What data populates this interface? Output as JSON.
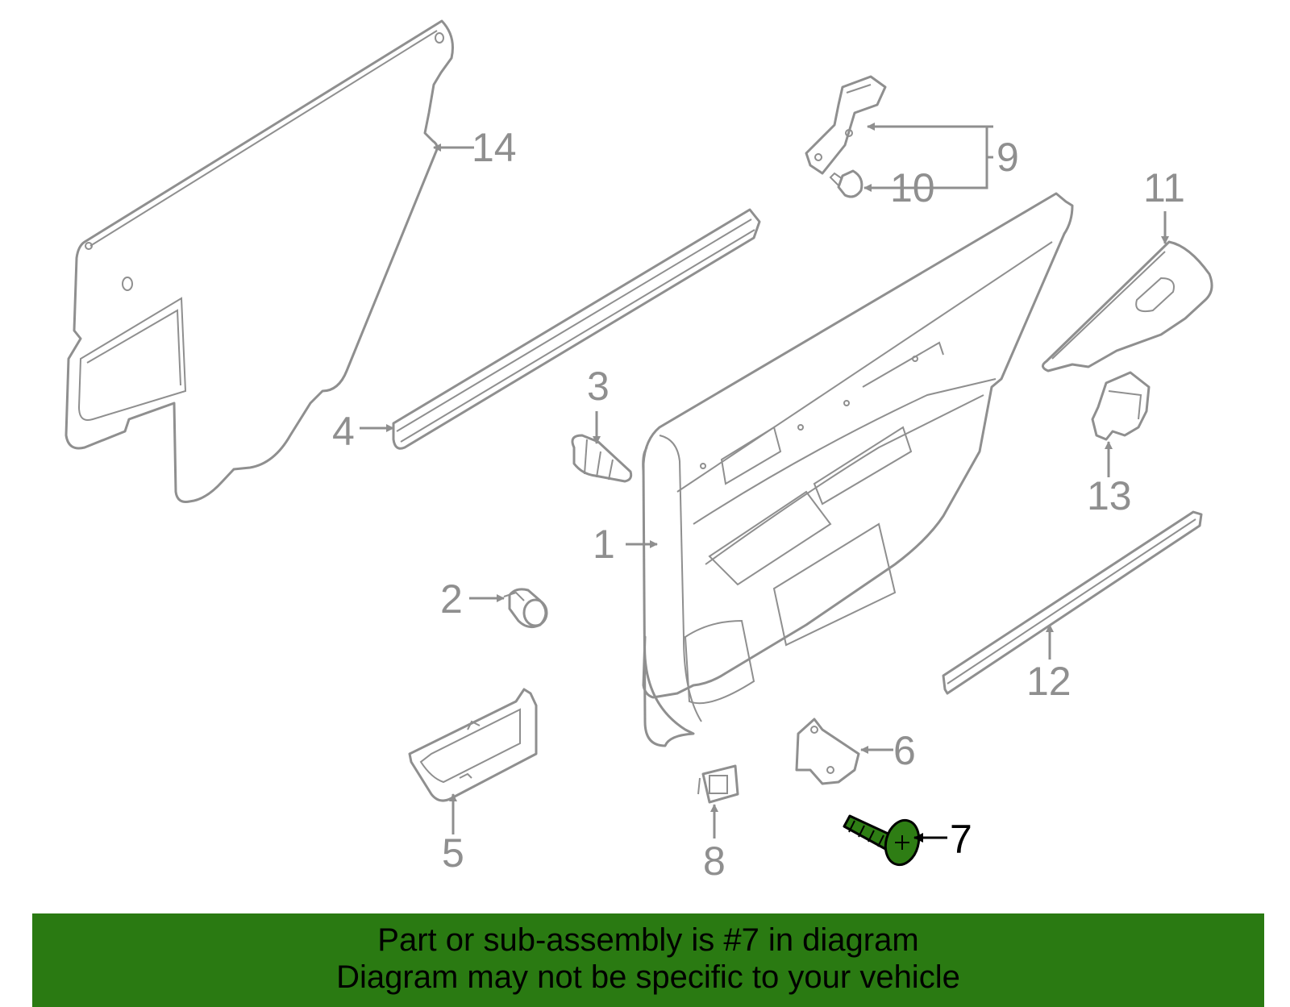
{
  "callouts": {
    "c1": "1",
    "c2": "2",
    "c3": "3",
    "c4": "4",
    "c5": "5",
    "c6": "6",
    "c7": "7",
    "c8": "8",
    "c9": "9",
    "c10": "10",
    "c11": "11",
    "c12": "12",
    "c13": "13",
    "c14": "14"
  },
  "highlighted_part": "7",
  "colors": {
    "banner": "#2a7a12",
    "highlight": "#2e7d14",
    "line_art": "#8f8f8f"
  },
  "banner": {
    "line1": "Part or sub-assembly is #7 in diagram",
    "line2": "Diagram may not be specific to your vehicle"
  }
}
